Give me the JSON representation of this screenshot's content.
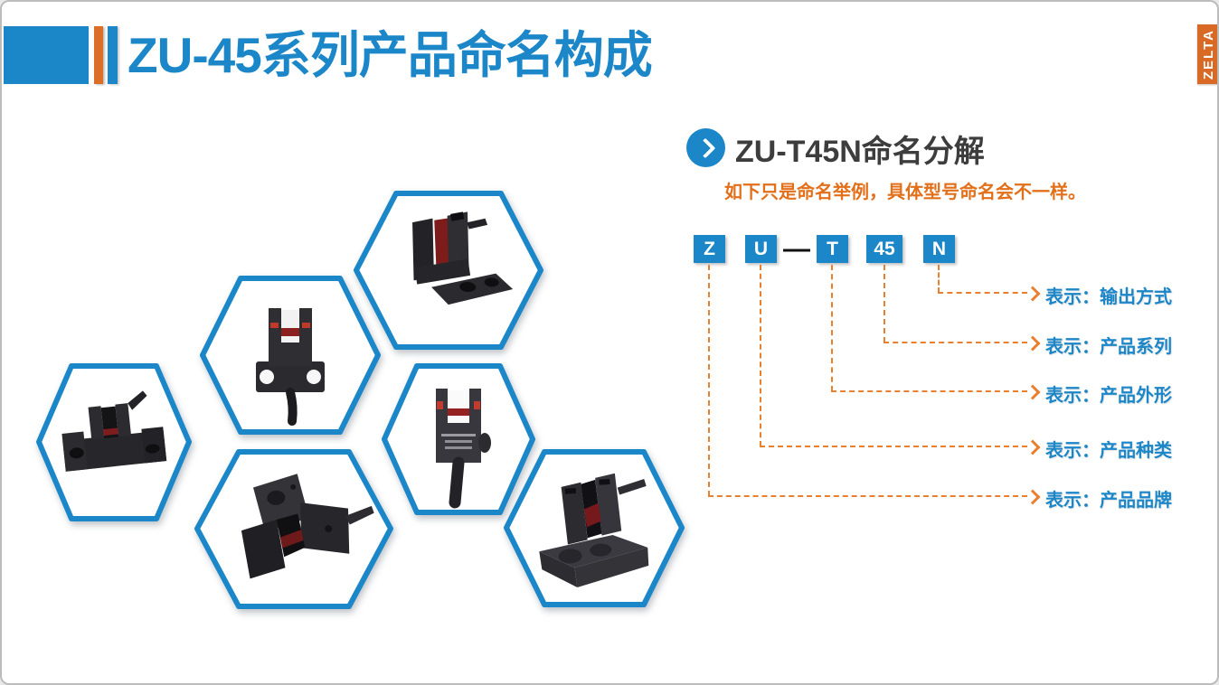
{
  "slide": {
    "title": "ZU-45系列产品命名构成",
    "brand_tag": "ZELTA"
  },
  "naming_breakdown": {
    "heading": "ZU-T45N命名分解",
    "note": "如下只是命名举例，具体型号命名会不一样。",
    "separator": "—",
    "segments": [
      {
        "code": "Z",
        "meaning": "表示：产品品牌"
      },
      {
        "code": "U",
        "meaning": "表示：产品种类"
      },
      {
        "code": "T",
        "meaning": "表示：产品外形"
      },
      {
        "code": "45",
        "meaning": "表示：产品系列"
      },
      {
        "code": "N",
        "meaning": "表示：输出方式"
      }
    ],
    "legend_top_to_bottom": [
      "表示：输出方式",
      "表示：产品系列",
      "表示：产品外形",
      "表示：产品种类",
      "表示：产品品牌"
    ]
  },
  "gallery": {
    "photo_count": 6
  },
  "colors": {
    "accent_blue": "#1b87c9",
    "accent_orange": "#dc6e27",
    "connector_orange": "#e8802f",
    "heading_gray": "#3d3d3d",
    "note_orange": "#e2701a"
  }
}
